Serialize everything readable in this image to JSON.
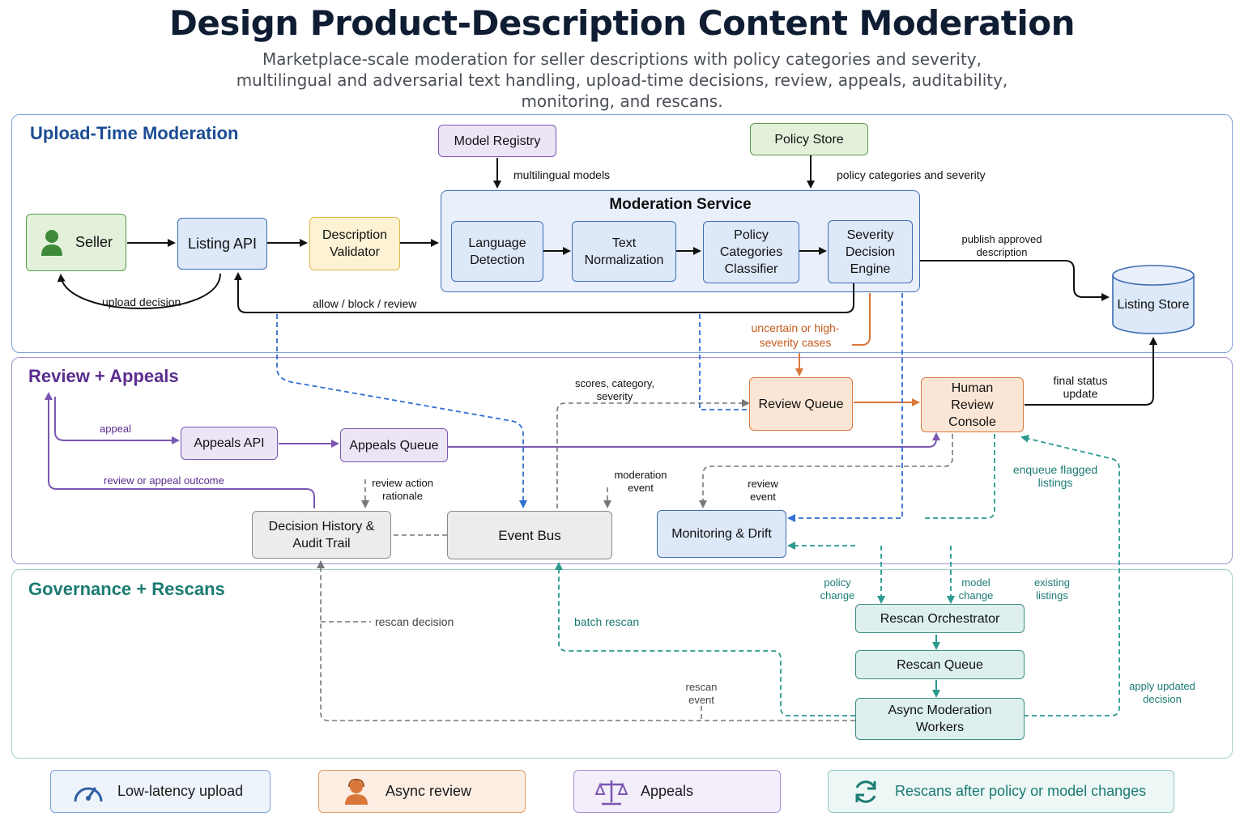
{
  "title": "Design Product-Description Content Moderation",
  "subtitle": "Marketplace-scale moderation for seller descriptions with policy categories and severity, multilingual and adversarial text handling, upload-time decisions, review, appeals, auditability, monitoring, and rescans.",
  "sections": {
    "upload": "Upload-Time Moderation",
    "review": "Review + Appeals",
    "governance": "Governance + Rescans"
  },
  "nodes": {
    "seller": "Seller",
    "listing_api": "Listing API",
    "description_validator": "Description Validator",
    "model_registry": "Model Registry",
    "policy_store": "Policy Store",
    "moderation_service": "Moderation Service",
    "language_detection": "Language Detection",
    "text_normalization": "Text Normalization",
    "policy_classifier": "Policy Categories Classifier",
    "severity_engine": "Severity Decision Engine",
    "listing_store": "Listing Store",
    "review_queue": "Review Queue",
    "human_review_console": "Human Review Console",
    "appeals_api": "Appeals API",
    "appeals_queue": "Appeals Queue",
    "decision_history": "Decision History & Audit Trail",
    "event_bus": "Event Bus",
    "monitoring": "Monitoring & Drift",
    "rescan_orchestrator": "Rescan Orchestrator",
    "rescan_queue": "Rescan Queue",
    "async_workers": "Async Moderation Workers"
  },
  "edge_labels": {
    "multilingual_models": "multilingual models",
    "policy_categories_severity": "policy categories and severity",
    "publish_approved": "publish approved description",
    "upload_decision": "upload decision",
    "allow_block_review": "allow / block / review",
    "uncertain": "uncertain or high-severity cases",
    "scores": "scores, category, severity",
    "final_status": "final status update",
    "appeal": "appeal",
    "review_or_appeal_outcome": "review or appeal outcome",
    "review_action": "review action rationale",
    "moderation_event": "moderation event",
    "review_event": "review event",
    "enqueue_flagged": "enqueue flagged listings",
    "policy_change": "policy change",
    "model_change": "model change",
    "existing_listings": "existing listings",
    "rescan_decision": "rescan decision",
    "batch_rescan": "batch rescan",
    "rescan_event": "rescan event",
    "apply_updated": "apply updated decision"
  },
  "legend": {
    "latency": "Low-latency upload",
    "async": "Async review",
    "appeals": "Appeals",
    "rescan": "Rescans after policy or model changes"
  },
  "colors": {
    "upload_section": "#7ea3d8",
    "review_section": "#a78fcf",
    "governance_section": "#9ed0cb",
    "review_flow": "#d9773a",
    "appeal_flow": "#7b56b3",
    "rescan_flow": "#2a9a8e",
    "event_flow": "#2f6fd1"
  }
}
